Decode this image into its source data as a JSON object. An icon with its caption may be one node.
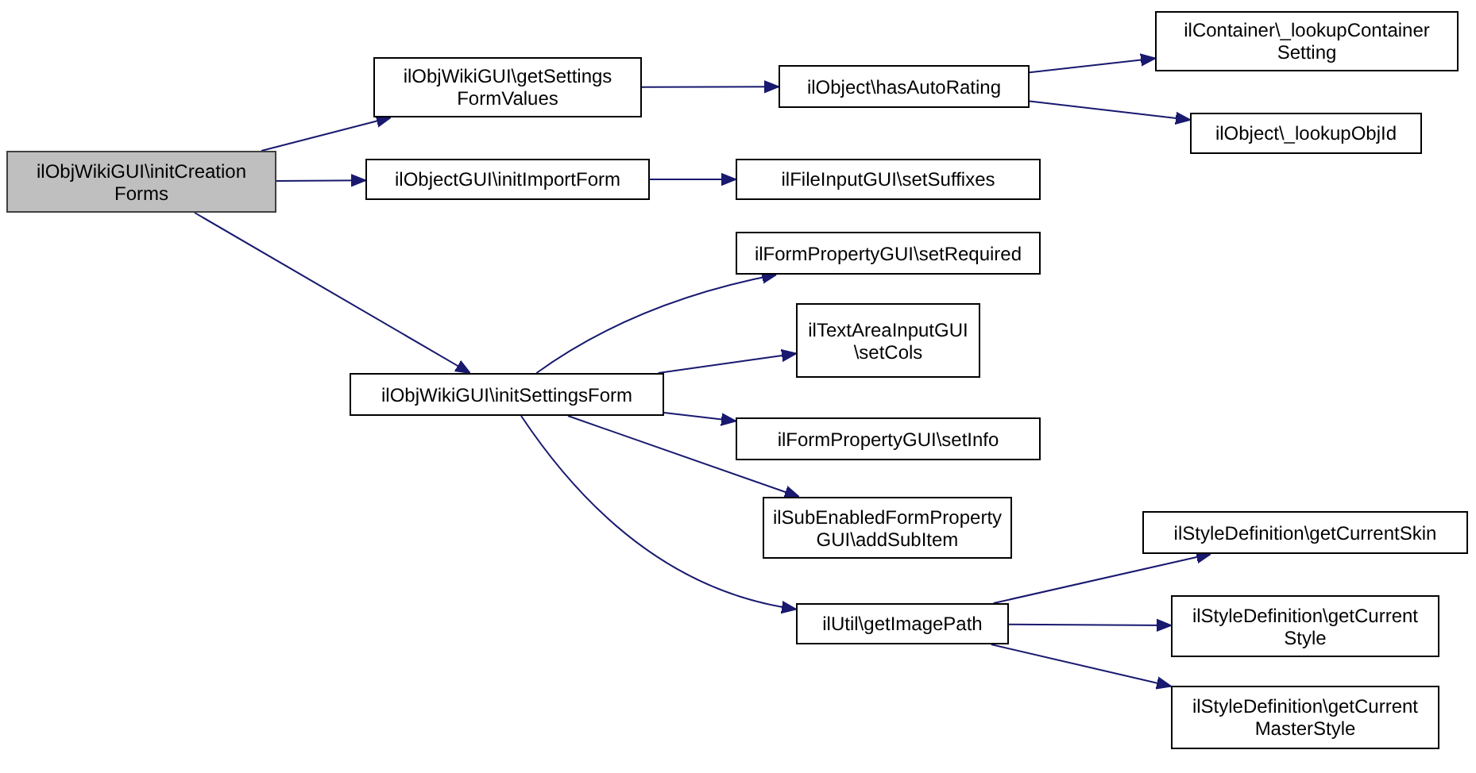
{
  "diagram": {
    "nodes": [
      {
        "text": [
          "ilObjWikiGUI\\initCreation Forms"
        ]
      },
      {
        "text": [
          "ilObjWikiGUI\\getSettings FormValues"
        ]
      },
      {
        "text": [
          "ilObject\\hasAutoRating"
        ]
      },
      {
        "text": [
          "ilContainer\\_lookupContainer Setting"
        ]
      },
      {
        "text": [
          "ilObject\\_lookupObjId"
        ]
      },
      {
        "text": [
          "ilObjectGUI\\initImportForm"
        ]
      },
      {
        "text": [
          "ilFileInputGUI\\setSuffixes"
        ]
      },
      {
        "text": [
          "ilObjWikiGUI\\initSettingsForm"
        ]
      },
      {
        "text": [
          "ilFormPropertyGUI\\setRequired"
        ]
      },
      {
        "text": [
          "ilTextAreaInputGUI \\setCols"
        ]
      },
      {
        "text": [
          "ilFormPropertyGUI\\setInfo"
        ]
      },
      {
        "text": [
          "ilSubEnabledFormProperty GUI\\addSubItem"
        ]
      },
      {
        "text": [
          "ilUtil\\getImagePath"
        ]
      },
      {
        "text": [
          "ilStyleDefinition\\getCurrentSkin"
        ]
      },
      {
        "text": [
          "ilStyleDefinition\\getCurrent Style"
        ]
      },
      {
        "text": [
          "ilStyleDefinition\\getCurrent MasterStyle"
        ]
      }
    ],
    "edges": [
      {
        "from": 0,
        "to": 1,
        "arrow": "to"
      },
      {
        "from": 0,
        "to": 5,
        "arrow": "to"
      },
      {
        "from": 0,
        "to": 7,
        "arrow": "to"
      },
      {
        "from": 1,
        "to": 2,
        "arrow": "to"
      },
      {
        "from": 2,
        "to": 3,
        "arrow": "to"
      },
      {
        "from": 2,
        "to": 4,
        "arrow": "to"
      },
      {
        "from": 5,
        "to": 6,
        "arrow": "to"
      },
      {
        "from": 7,
        "to": 8,
        "arrow": "to"
      },
      {
        "from": 7,
        "to": 9,
        "arrow": "to"
      },
      {
        "from": 7,
        "to": 10,
        "arrow": "to"
      },
      {
        "from": 7,
        "to": 11,
        "arrow": "to"
      },
      {
        "from": 7,
        "to": 12,
        "arrow": "to"
      },
      {
        "from": 12,
        "to": 13,
        "arrow": "to"
      },
      {
        "from": 12,
        "to": 14,
        "arrow": "to"
      },
      {
        "from": 12,
        "to": 15,
        "arrow": "to"
      }
    ]
  }
}
